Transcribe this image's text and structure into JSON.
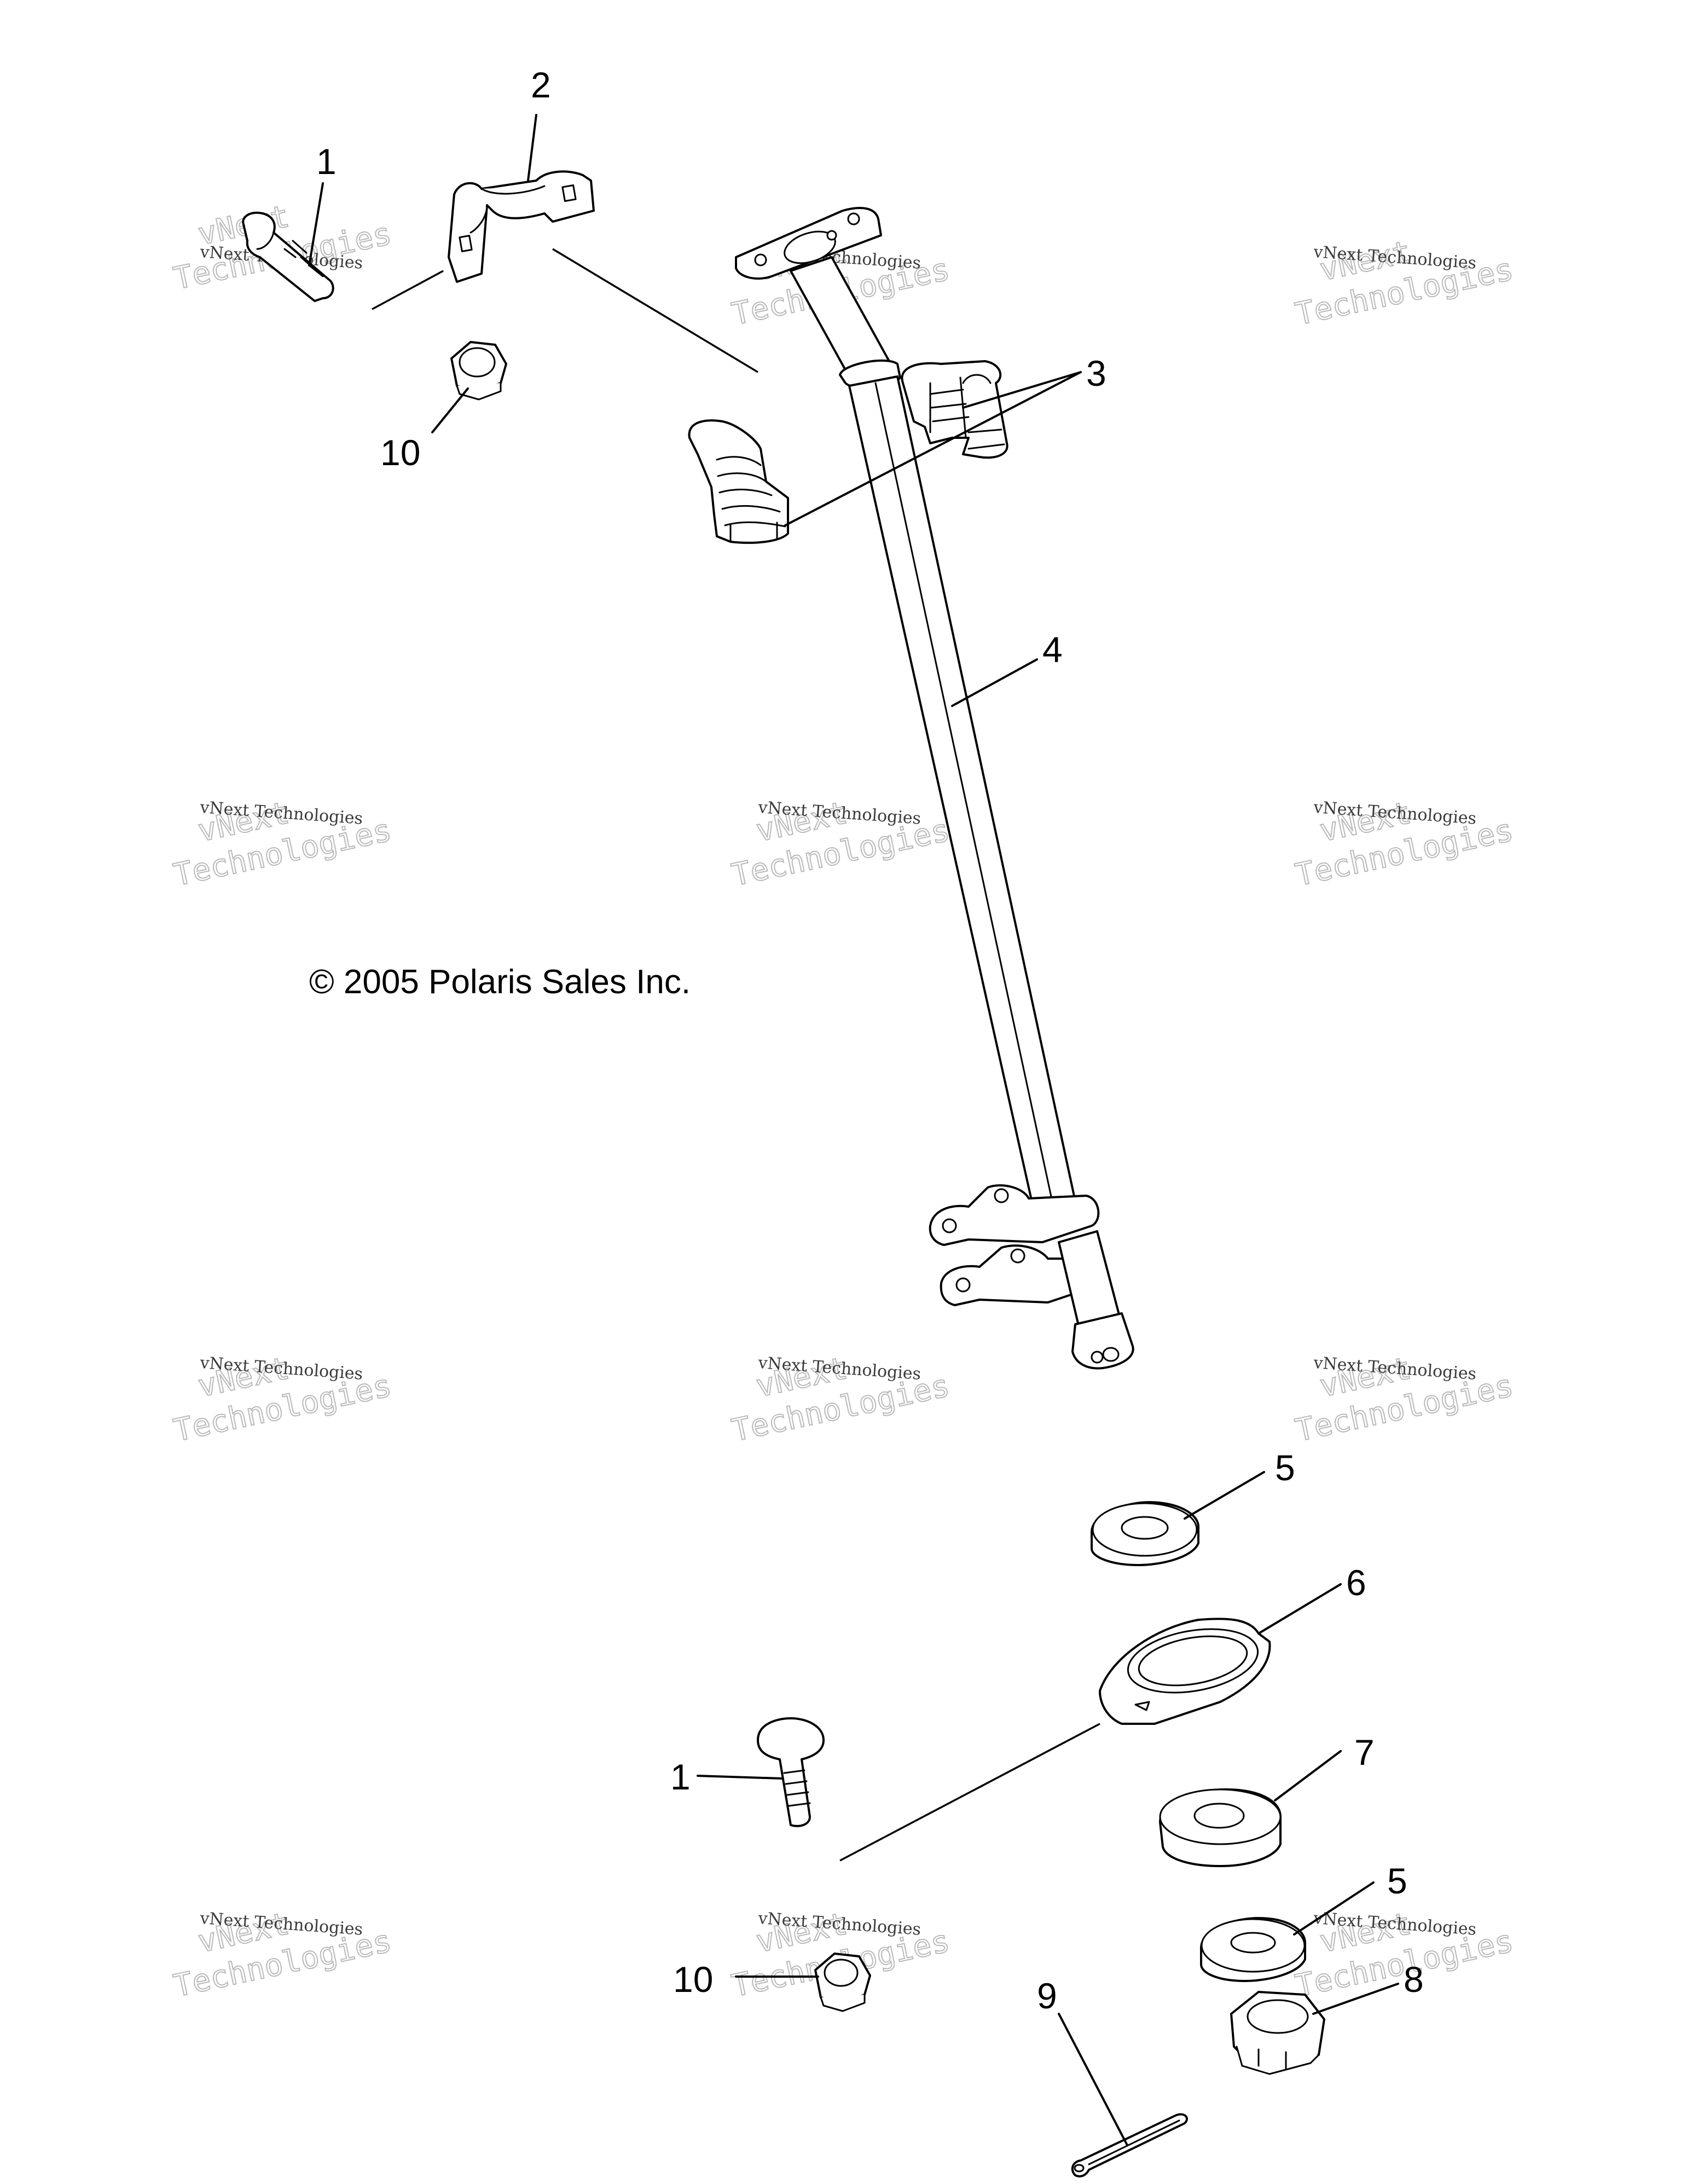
{
  "diagram": {
    "copyright": "© 2005 Polaris Sales Inc.",
    "callouts": {
      "c1_top": "1",
      "c2": "2",
      "c3": "3",
      "c4": "4",
      "c5_upper": "5",
      "c6": "6",
      "c1_bottom": "1",
      "c7": "7",
      "c5_lower": "5",
      "c10_top": "10",
      "c10_bottom": "10",
      "c9": "9",
      "c8": "8"
    },
    "watermark": {
      "line1": "vNext Technologies",
      "line2": "vNext",
      "line3": "Technologies"
    }
  }
}
